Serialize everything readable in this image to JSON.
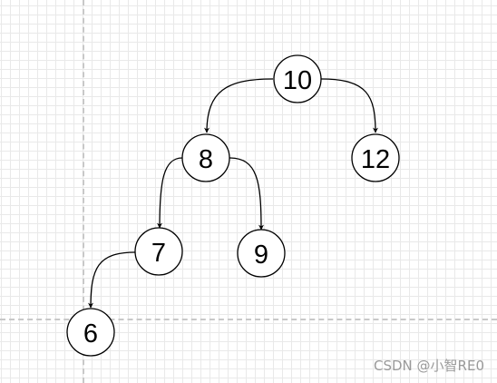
{
  "diagram": {
    "nodes": [
      {
        "id": "n10",
        "label": "10"
      },
      {
        "id": "n8",
        "label": "8"
      },
      {
        "id": "n12",
        "label": "12"
      },
      {
        "id": "n7",
        "label": "7"
      },
      {
        "id": "n9",
        "label": "9"
      },
      {
        "id": "n6",
        "label": "6"
      }
    ],
    "edges": [
      {
        "from": "n10",
        "to": "n8"
      },
      {
        "from": "n10",
        "to": "n12"
      },
      {
        "from": "n8",
        "to": "n7"
      },
      {
        "from": "n8",
        "to": "n9"
      },
      {
        "from": "n7",
        "to": "n6"
      }
    ],
    "colors": {
      "node_fill": "#ffffff",
      "node_stroke": "#000000",
      "edge": "#000000",
      "text": "#000000"
    }
  },
  "watermark": {
    "text": "CSDN @小智RE0"
  }
}
